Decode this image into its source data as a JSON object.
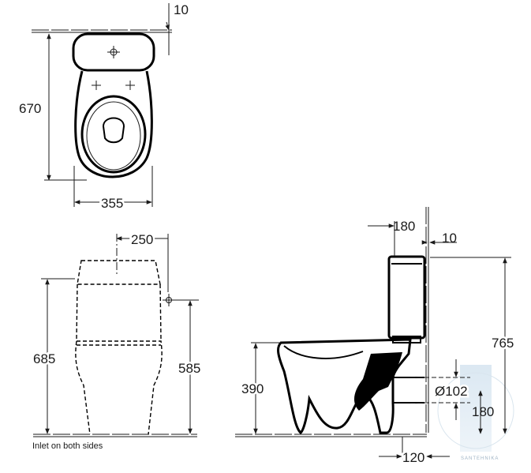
{
  "top_view": {
    "dim_gap": "10",
    "dim_depth": "670",
    "dim_width": "355"
  },
  "front_view": {
    "dim_inlet_offset": "250",
    "dim_height": "685",
    "dim_inlet_height": "585",
    "note": "Inlet on both sides"
  },
  "side_view": {
    "dim_cistern_depth": "180",
    "dim_wall_gap": "10",
    "dim_total_height": "765",
    "dim_seat_height": "390",
    "dim_outlet_diameter": "Ø102",
    "dim_outlet_height": "180",
    "dim_outlet_offset": "120"
  },
  "watermark": "SANTEHNIKA"
}
